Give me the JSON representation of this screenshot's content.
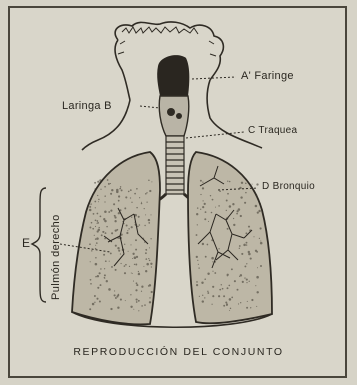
{
  "labels": {
    "faringe": "A' Faringe",
    "laringe": "Laringa B",
    "traquea": "C Traquea",
    "bronquio": "D Bronquio",
    "e": "E",
    "pulmon": "Pulmón derecho"
  },
  "caption": "REPRODUCCIÓN DEL CONJUNTO"
}
